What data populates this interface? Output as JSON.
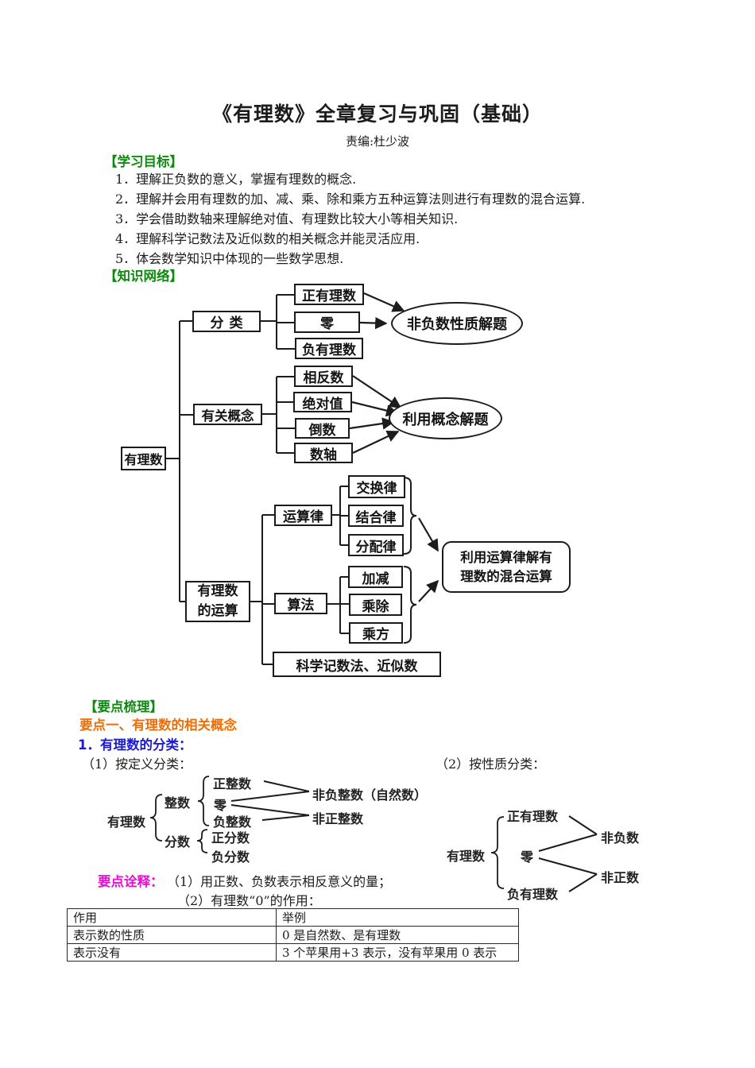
{
  "page": {
    "title": "《有理数》全章复习与巩固（基础）",
    "editor": "责编:杜少波"
  },
  "headers": {
    "goals": "【学习目标】",
    "network": "【知识网络】",
    "outline": "【要点梳理】",
    "topic1": "要点一、有理数的相关概念",
    "sub1": "1．有理数的分类：",
    "def_label": "（1）按定义分类：",
    "prop_label": "（2）按性质分类：",
    "notes_label": "要点诠释：",
    "note1": "（1）用正数、负数表示相反意义的量；",
    "note2": "（2）有理数“0”的作用："
  },
  "goals": [
    "1．理解正负数的意义，掌握有理数的概念.",
    "2．理解并会用有理数的加、减、乘、除和乘方五种运算法则进行有理数的混合运算.",
    "3．学会借助数轴来理解绝对值、有理数比较大小等相关知识.",
    "4．理解科学记数法及近似数的相关概念并能灵活应用.",
    "5．体会数学知识中体现的一些数学思想."
  ],
  "network": {
    "root": "有理数",
    "classify": "分类",
    "pos_rational": "正有理数",
    "zero": "零",
    "neg_rational": "负有理数",
    "nonneg_solving": "非负数性质解题",
    "concepts": "有关概念",
    "opposite": "相反数",
    "absolute": "绝对值",
    "reciprocal": "倒数",
    "number_axis": "数轴",
    "concept_solving": "利用概念解题",
    "operations": "有理数\n的运算",
    "op_laws": "运算律",
    "commutative": "交换律",
    "associative": "结合律",
    "distributive": "分配律",
    "algorithm": "算法",
    "add_sub": "加减",
    "mul_div": "乘除",
    "power": "乘方",
    "mixed_ops": "利用运算律解有\n理数的混合运算",
    "scientific": "科学记数法、近似数"
  },
  "def_chart": {
    "root": "有理数",
    "integer": "整数",
    "pos_int": "正整数",
    "zero": "零",
    "neg_int": "负整数",
    "nonneg_int": "非负整数（自然数）",
    "nonpos_int": "非正整数",
    "fraction": "分数",
    "pos_frac": "正分数",
    "neg_frac": "负分数"
  },
  "prop_chart": {
    "root": "有理数",
    "pos": "正有理数",
    "zero": "零",
    "neg": "负有理数",
    "nonneg": "非负数",
    "nonpos": "非正数"
  },
  "table": {
    "headers": [
      "作用",
      "举例"
    ],
    "rows": [
      [
        "表示数的性质",
        "0 是自然数、是有理数"
      ],
      [
        "表示没有",
        "3 个苹果用+3 表示，没有苹果用 0 表示"
      ]
    ]
  },
  "colors": {
    "header_green": "#0f8a10",
    "topic_orange": "#ee6e07",
    "sub_blue": "#1b1bd6",
    "notes_magenta": "#e80fd0",
    "line_black": "#1c1c1c"
  }
}
